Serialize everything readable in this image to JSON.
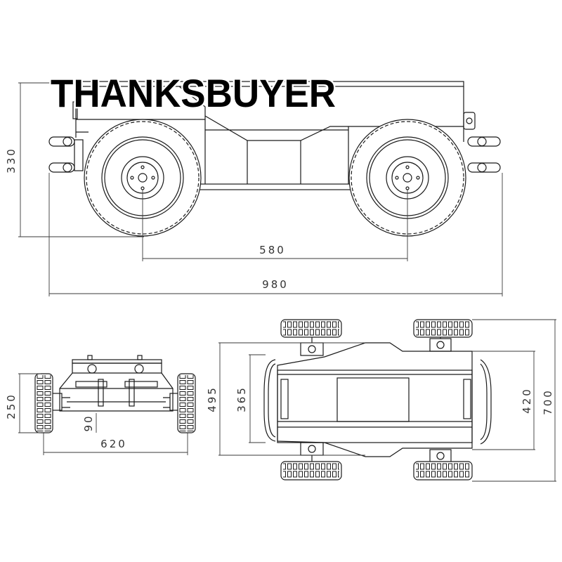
{
  "watermark": "THANKSBUYER",
  "side_view": {
    "height": "330",
    "wheelbase": "580",
    "length": "980"
  },
  "front_view": {
    "height": "250",
    "clearance": "90",
    "width": "620"
  },
  "top_view": {
    "outer_width": "495",
    "inner_width": "365",
    "deck_width": "420",
    "overall_width": "700"
  },
  "colors": {
    "line": "#1a1a1a",
    "dimension": "#3a3a3a",
    "background": "#ffffff",
    "watermark": "#000000"
  }
}
